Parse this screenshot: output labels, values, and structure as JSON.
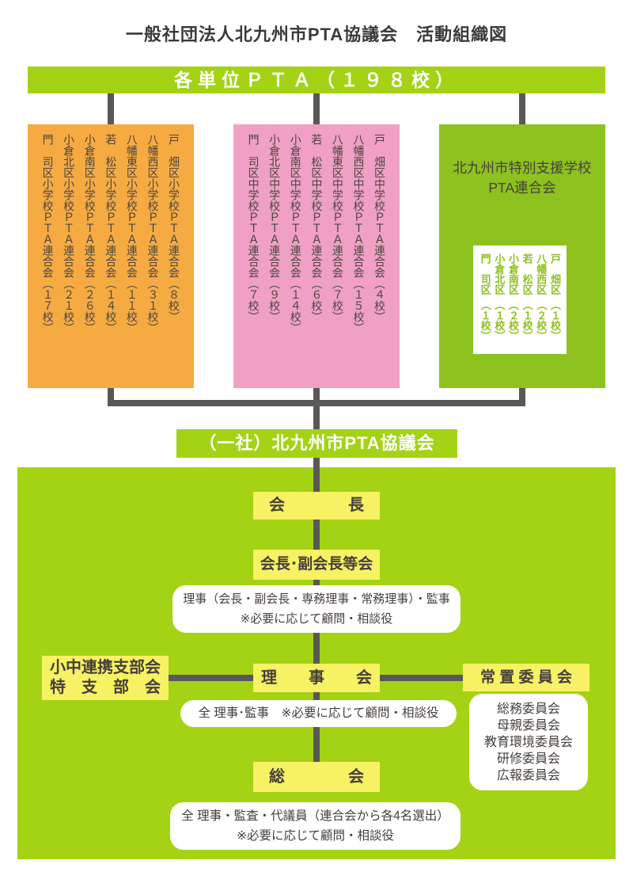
{
  "title": "一般社団法人北九州市PTA協議会　活動組織図",
  "colors": {
    "light_green": "#a4d315",
    "dark_green": "#8dc21f",
    "orange": "#f6ab42",
    "pink": "#f0a0c3",
    "yellow": "#f7f164",
    "connector_gray": "#595757",
    "text_dark": "#453f3b"
  },
  "units_banner": {
    "label": "各単位ＰＴＡ（１９８校）"
  },
  "elementary_box": {
    "columns": [
      "戸　畑区小学校ＰＴＡ連合会（８校）",
      "八幡西区小学校ＰＴＡ連合会（３１校）",
      "八幡東区小学校ＰＴＡ連合会（１１校）",
      "若　松区小学校ＰＴＡ連合会（１４校）",
      "小倉南区小学校ＰＴＡ連合会（２６校）",
      "小倉北区小学校ＰＴＡ連合会（２１校）",
      "門　司区小学校ＰＴＡ連合会（１７校）"
    ]
  },
  "junior_high_box": {
    "columns": [
      "戸　畑区中学校ＰＴＡ連合会（４校）",
      "八幡西区中学校ＰＴＡ連合会（１５校）",
      "八幡東区中学校ＰＴＡ連合会（７校）",
      "若　松区中学校ＰＴＡ連合会（６校）",
      "小倉南区中学校ＰＴＡ連合会（１４校）",
      "小倉北区中学校ＰＴＡ連合会（９校）",
      "門　司区中学校ＰＴＡ連合会（７校）"
    ]
  },
  "special_support_box": {
    "title_line1": "北九州市特別支援学校",
    "title_line2": "PTA連合会",
    "columns": [
      "戸　畑区　（１校）",
      "八幡西区　（２校）",
      "若　松区　（１校）",
      "小倉南区　（２校）",
      "小倉北区　（１校）",
      "門　司区　（１校）"
    ]
  },
  "council_banner": {
    "label": "（一社）北九州市PTA協議会"
  },
  "org": {
    "president": "会　　　　長",
    "president_vice_meeting": "会長･副会長等会",
    "directors_note_line1": "理事（会長・副会長・専務理事・常務理事）・監事",
    "directors_note_line2": "※必要に応じて顧問・相談役",
    "branch_line1": "小中連携支部会",
    "branch_line2": "特支部会",
    "board": "理　　事　　会",
    "standing_committees": "常 置 委 員 会",
    "board_note": "全 理事･監事　※必要に応じて顧問・相談役",
    "committees": [
      "総務委員会",
      "母親委員会",
      "教育環境委員会",
      "研修委員会",
      "広報委員会"
    ],
    "general_meeting": "総　　　　会",
    "general_note_line1": "全 理事・監査・代議員（連合会から各4名選出）",
    "general_note_line2": "※必要に応じて顧問・相談役"
  }
}
